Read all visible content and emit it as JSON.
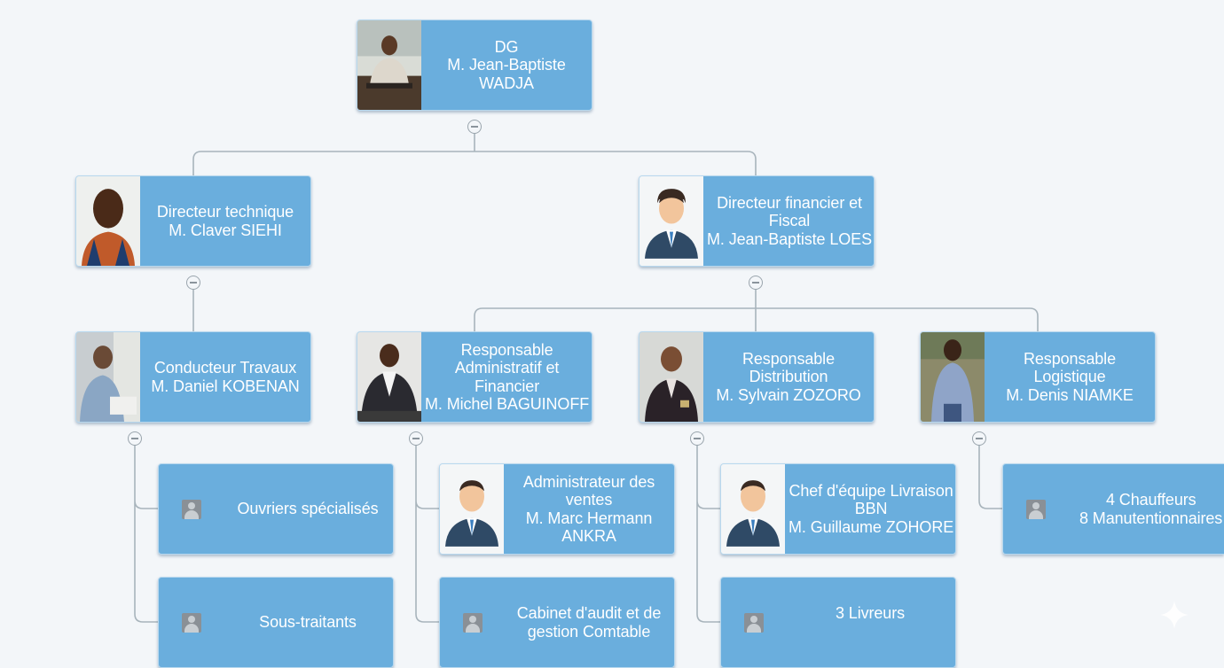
{
  "nodes": {
    "dg": [
      "DG",
      "M. Jean-Baptiste",
      "WADJA"
    ],
    "dir_tech": [
      "Directeur technique",
      "M. Claver SIEHI"
    ],
    "dir_fin": [
      "Directeur financier et",
      "Fiscal",
      "M. Jean-Baptiste LOES"
    ],
    "cond_trav": [
      "Conducteur Travaux",
      "M. Daniel KOBENAN"
    ],
    "resp_admin": [
      "Responsable",
      "Administratif et",
      "Financier",
      "M. Michel BAGUINOFF"
    ],
    "resp_dist": [
      "Responsable",
      "Distribution",
      "M. Sylvain ZOZORO"
    ],
    "resp_log": [
      "Responsable",
      "Logistique",
      "M. Denis NIAMKE"
    ],
    "ouvriers": [
      "Ouvriers spécialisés"
    ],
    "sous_traitants": [
      "Sous-traitants"
    ],
    "admin_ventes": [
      "Administrateur des",
      "ventes",
      "M. Marc Hermann",
      "ANKRA"
    ],
    "cabinet_audit": [
      "Cabinet d'audit et de",
      "gestion Comtable"
    ],
    "chef_equipe": [
      "Chef d'équipe Livraison",
      "BBN",
      "M. Guillaume ZOHORE"
    ],
    "livreurs": [
      "3 Livreurs"
    ],
    "chauffeurs": [
      "4 Chauffeurs",
      "8 Manutentionnaires"
    ]
  },
  "icons": {
    "photo": "person-photo-icon",
    "avatar": "business-avatar-icon",
    "generic": "generic-user-icon",
    "collapse": "collapse-minus-icon"
  },
  "colors": {
    "node_fill": "#6aaedd",
    "node_border": "#b8d8ee",
    "connector": "#a8b4bc",
    "background": "#f3f6f9"
  }
}
